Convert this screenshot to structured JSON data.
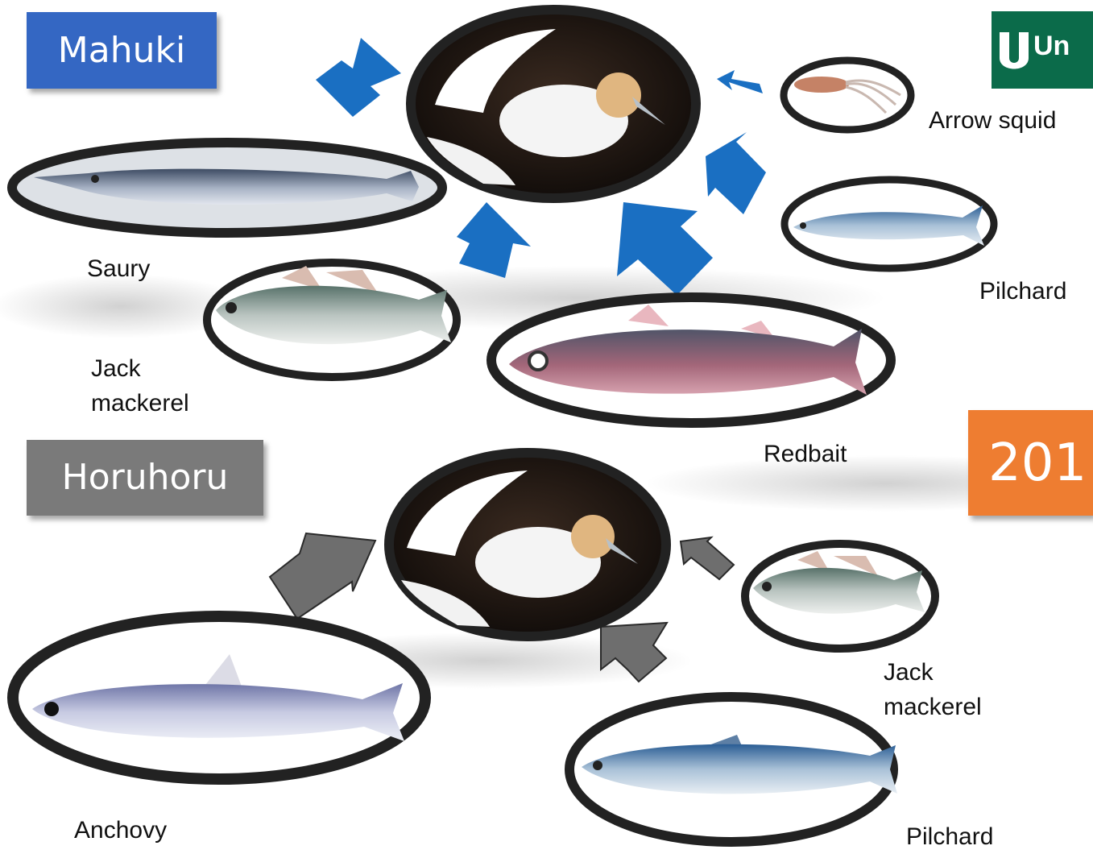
{
  "groups": [
    {
      "id": "mahuki",
      "label": "Mahuki",
      "color": "#3467c3",
      "arrow_color": "#1a6fc2"
    },
    {
      "id": "horuhoru",
      "label": "Horuhoru",
      "color": "#7a7a7a",
      "arrow_color": "#6e6e6e"
    }
  ],
  "year_badge": {
    "text": "201",
    "color": "#ee7d31"
  },
  "logo": {
    "text": "Un",
    "color": "#0b6b4a"
  },
  "labels": {
    "arrow_squid": "Arrow squid",
    "pilchard_top": "Pilchard",
    "saury": "Saury",
    "jack_mackerel_top": [
      "Jack",
      "mackerel"
    ],
    "redbait": "Redbait",
    "jack_mackerel_bottom": [
      "Jack",
      "mackerel"
    ],
    "anchovy": "Anchovy",
    "pilchard_bottom": "Pilchard"
  }
}
